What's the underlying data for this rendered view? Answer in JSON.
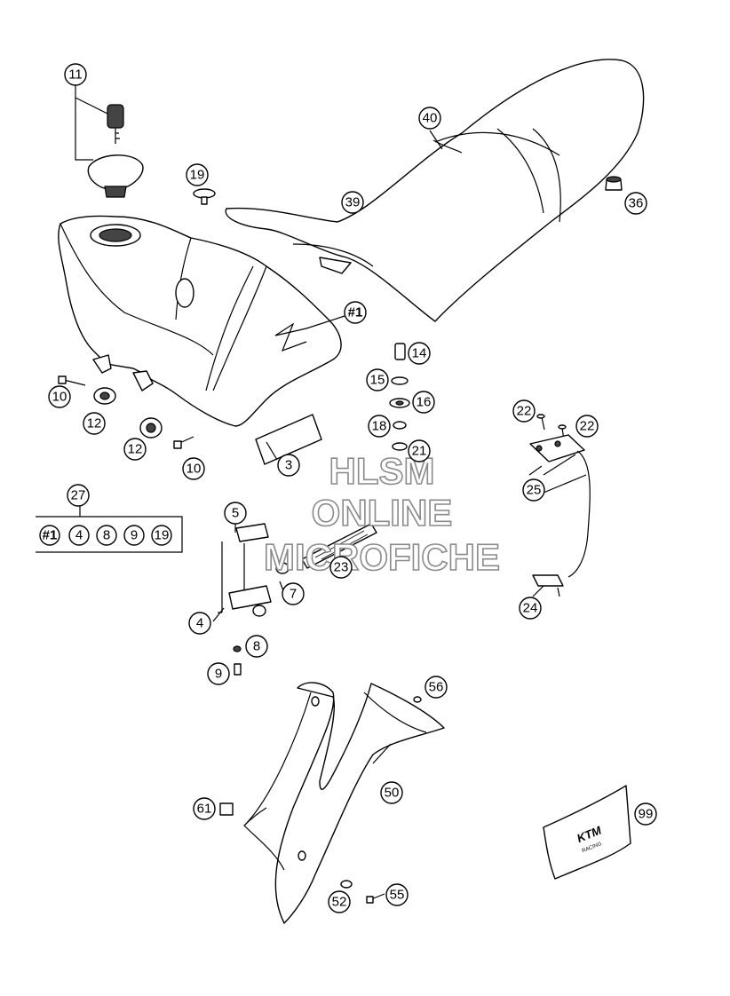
{
  "callouts": {
    "c11": "11",
    "c19": "19",
    "c40": "40",
    "c39": "39",
    "c36": "36",
    "c1": "#1",
    "c14": "14",
    "c15": "15",
    "c16": "16",
    "c18": "18",
    "c21": "21",
    "c10a": "10",
    "c12a": "12",
    "c12b": "12",
    "c10b": "10",
    "c3": "3",
    "c22a": "22",
    "c22b": "22",
    "c25": "25",
    "c27": "27",
    "c5": "5",
    "c7": "7",
    "c23": "23",
    "c4": "4",
    "c8": "8",
    "c9": "9",
    "c24": "24",
    "c56": "56",
    "c50": "50",
    "c61": "61",
    "c52": "52",
    "c55": "55",
    "c99": "99"
  },
  "kit27": {
    "items": [
      "#1",
      "4",
      "8",
      "9",
      "19"
    ]
  },
  "watermark": {
    "line1": "HLSM",
    "line2": "ONLINE",
    "line3": "MICROFICHE"
  },
  "decal": {
    "brand": "KTM",
    "sub": "RACING"
  }
}
